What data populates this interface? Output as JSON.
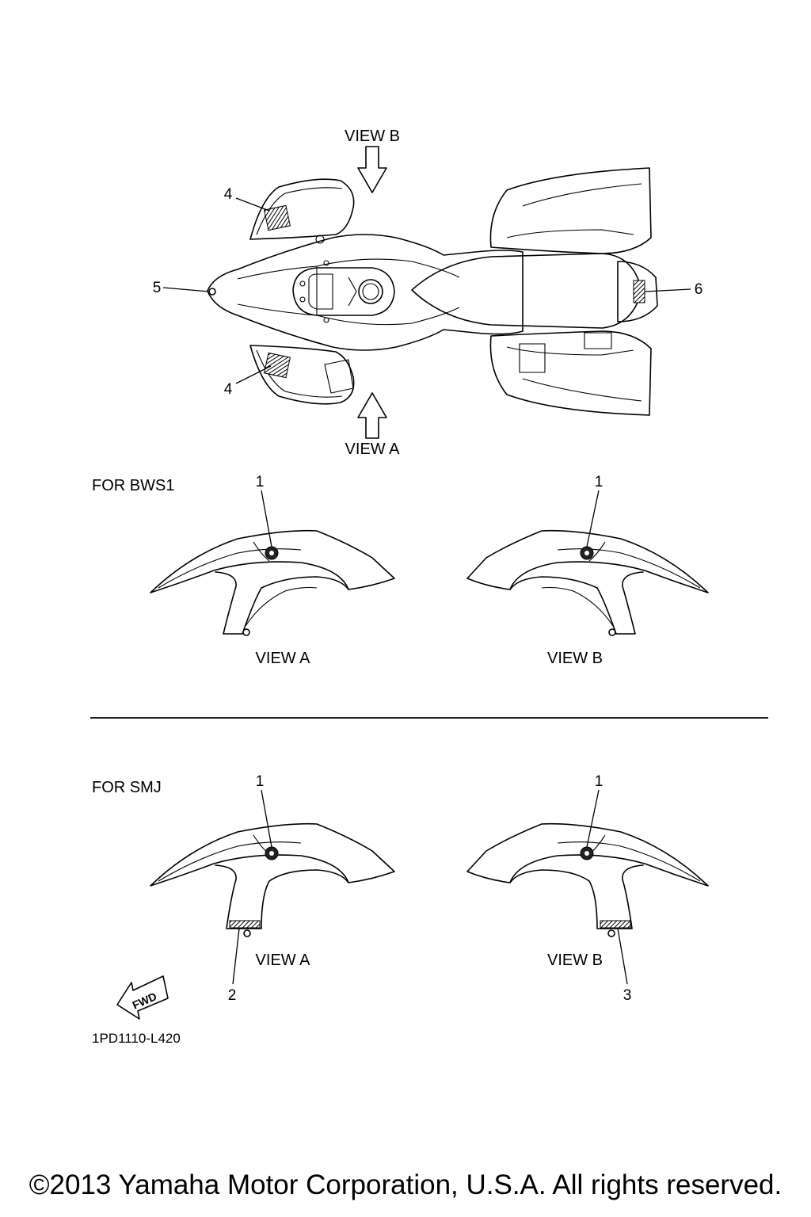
{
  "top_view": {
    "view_b_label": "VIEW B",
    "view_a_label": "VIEW A",
    "callouts": [
      "4",
      "5",
      "4",
      "6"
    ]
  },
  "bws1": {
    "section_label": "FOR BWS1",
    "left_callout": "1",
    "right_callout": "1",
    "left_view": "VIEW A",
    "right_view": "VIEW B"
  },
  "smj": {
    "section_label": "FOR SMJ",
    "left_callout": "1",
    "right_callout": "1",
    "left_view": "VIEW A",
    "right_view": "VIEW B",
    "left_bottom_callout": "2",
    "right_bottom_callout": "3"
  },
  "fwd_label": "FWD",
  "part_code": "1PD1110-L420",
  "copyright": "©2013 Yamaha Motor Corporation, U.S.A. All rights reserved."
}
